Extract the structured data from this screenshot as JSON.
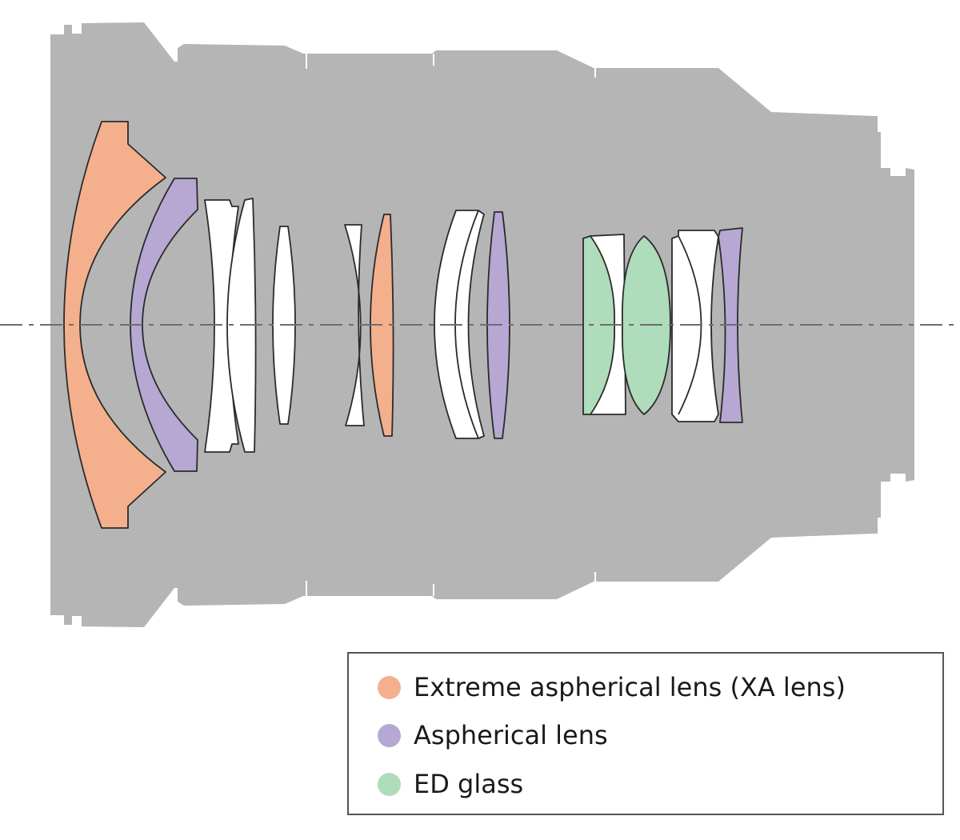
{
  "colors": {
    "barrel": "#b5b5b5",
    "xa_lens": "#f4b08c",
    "aspherical": "#b6a7d3",
    "ed_glass": "#afdcba",
    "plain_glass": "#ffffff",
    "axis": "#6e6e6e"
  },
  "legend": {
    "items": [
      {
        "label": "Extreme aspherical lens (XA lens)",
        "color": "#f4b08c"
      },
      {
        "label": "Aspherical lens",
        "color": "#b6a7d3"
      },
      {
        "label": "ED glass",
        "color": "#afdcba"
      }
    ]
  }
}
